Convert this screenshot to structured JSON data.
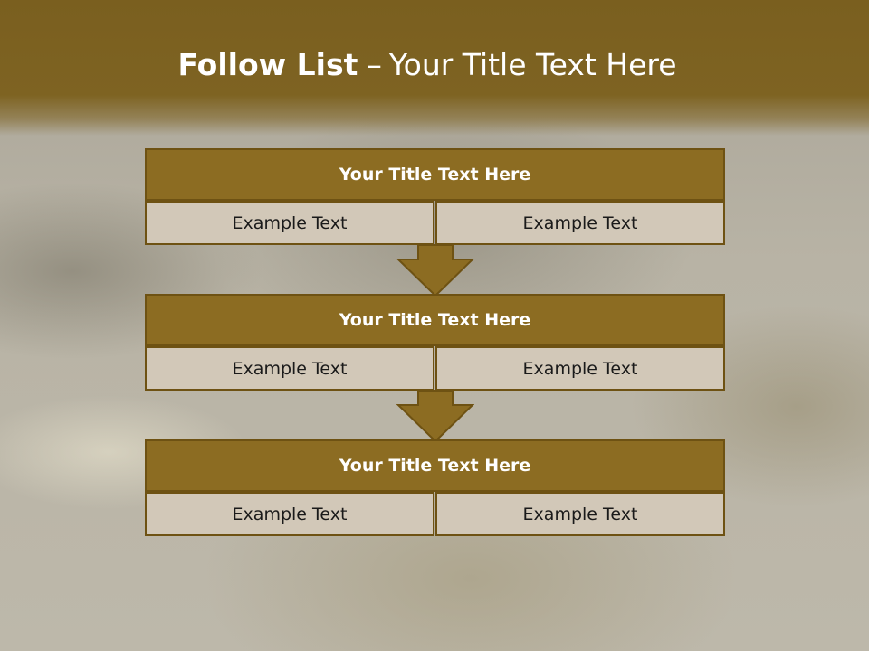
{
  "slide": {
    "title_bold": "Follow List",
    "title_dash": "–",
    "title_rest": "Your Title Text Here"
  },
  "flow": [
    {
      "title": "Your Title Text Here",
      "left": "Example Text",
      "right": "Example Text"
    },
    {
      "title": "Your Title Text Here",
      "left": "Example Text",
      "right": "Example Text"
    },
    {
      "title": "Your Title Text Here",
      "left": "Example Text",
      "right": "Example Text"
    }
  ],
  "colors": {
    "header": "#7e6322",
    "box_title": "#8c6c22",
    "box_cell": "#d2c8b8",
    "border": "#6e5213",
    "arrow": "#8c6c22"
  }
}
